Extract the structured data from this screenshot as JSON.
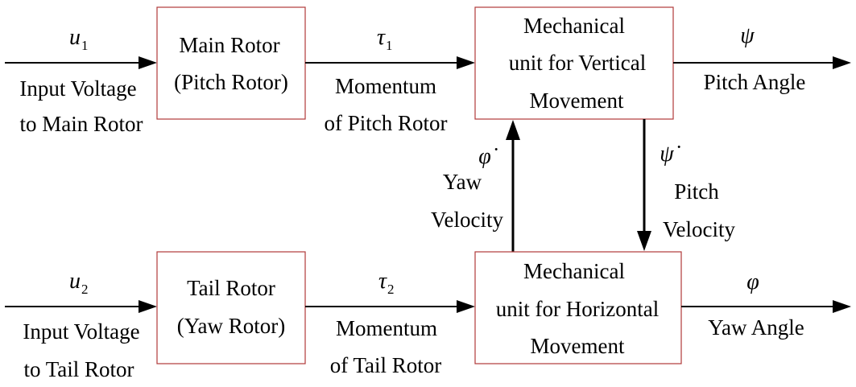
{
  "blocks": {
    "main_rotor": [
      "Main Rotor",
      "(Pitch Rotor)"
    ],
    "tail_rotor": [
      "Tail Rotor",
      "(Yaw Rotor)"
    ],
    "vertical_unit": [
      "Mechanical",
      "unit for Vertical",
      "Movement"
    ],
    "horizontal_unit": [
      "Mechanical",
      "unit for Horizontal",
      "Movement"
    ]
  },
  "signals": {
    "u1": {
      "symbol": "u",
      "subscript": "1",
      "label": [
        "Input Voltage",
        "to Main Rotor"
      ]
    },
    "tau1": {
      "symbol": "τ",
      "subscript": "1",
      "label": [
        "Momentum",
        "of Pitch Rotor"
      ]
    },
    "psi": {
      "symbol": "ψ",
      "label": [
        "Pitch Angle"
      ]
    },
    "u2": {
      "symbol": "u",
      "subscript": "2",
      "label": [
        "Input Voltage",
        "to Tail Rotor"
      ]
    },
    "tau2": {
      "symbol": "τ",
      "subscript": "2",
      "label": [
        "Momentum",
        "of Tail Rotor"
      ]
    },
    "phi": {
      "symbol": "φ",
      "label": [
        "Yaw Angle"
      ]
    },
    "phi_dot": {
      "symbol": "φ̇",
      "label": [
        "Yaw",
        "Velocity"
      ]
    },
    "psi_dot": {
      "symbol": "ψ̇",
      "label": [
        "Pitch",
        "Velocity"
      ]
    }
  },
  "colors": {
    "block_border": "#b03a3a",
    "arrow": "#000000"
  }
}
